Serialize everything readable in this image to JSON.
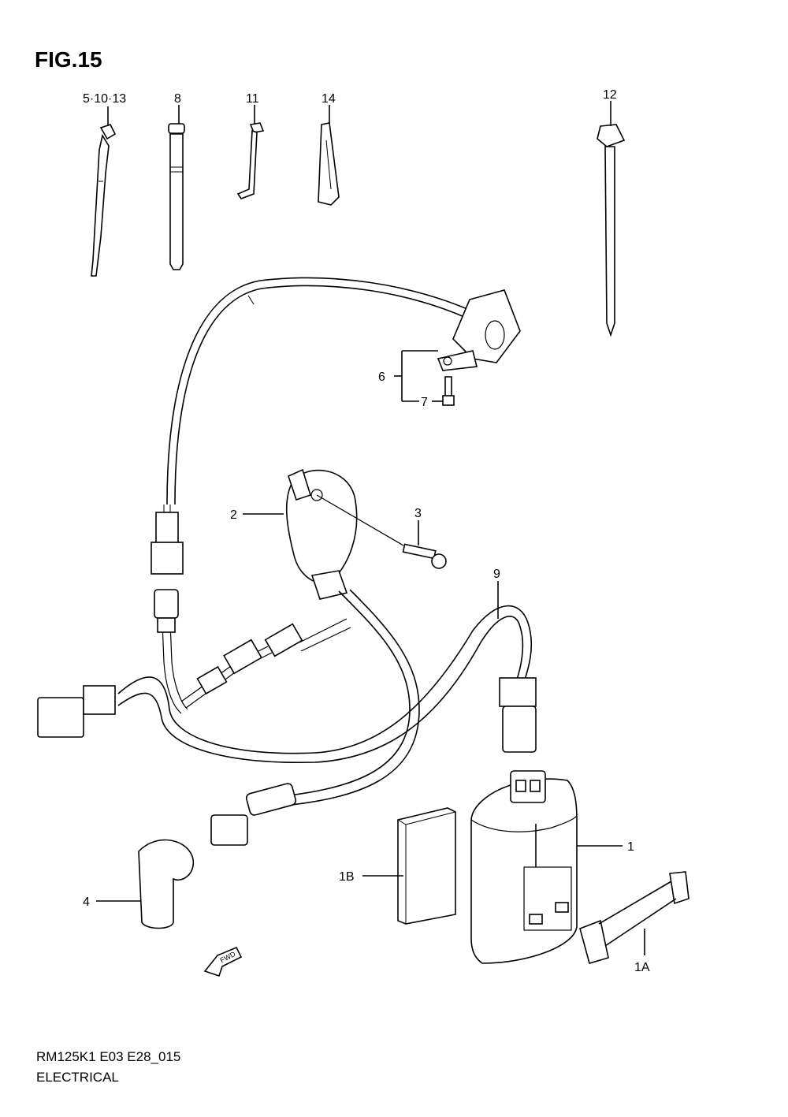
{
  "figure": {
    "title": "FIG.15"
  },
  "callouts": {
    "c5_10_13": "5·10·13",
    "c8": "8",
    "c11": "11",
    "c14": "14",
    "c12": "12",
    "c6": "6",
    "c7": "7",
    "c2": "2",
    "c3": "3",
    "c9": "9",
    "c1": "1",
    "c1b": "1B",
    "c4": "4",
    "c1a": "1A"
  },
  "direction_marker": {
    "label": "FWD",
    "icon": "fwd-arrow-icon"
  },
  "footer": {
    "model_code": "RM125K1 E03 E28_015",
    "section": "ELECTRICAL"
  }
}
